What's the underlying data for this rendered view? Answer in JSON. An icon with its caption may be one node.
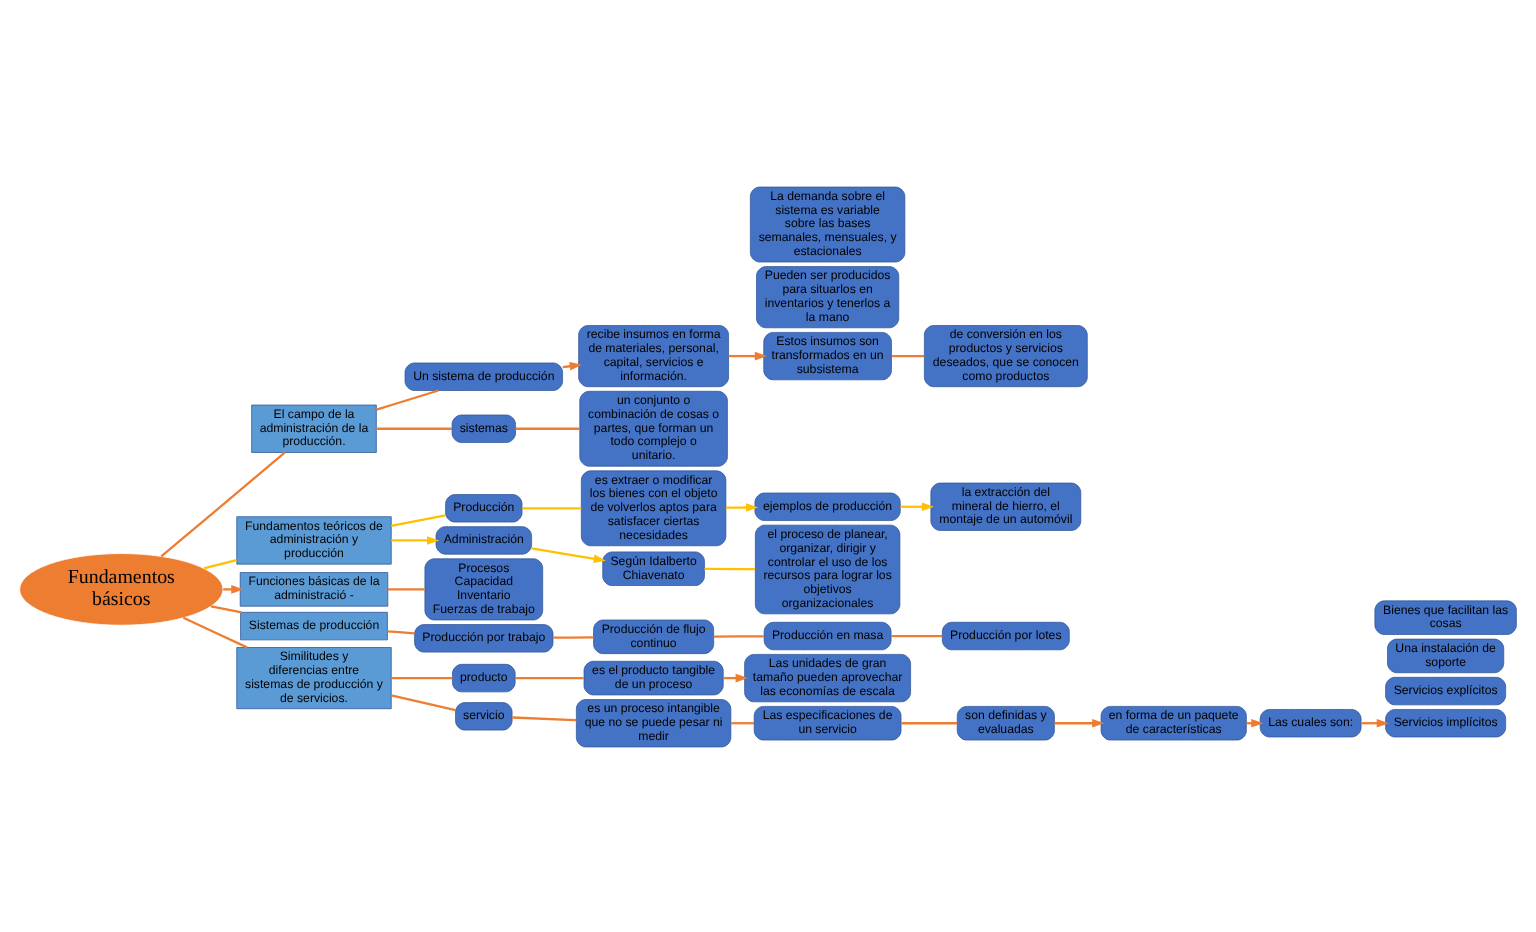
{
  "diagram": {
    "nodes": [
      {
        "text": [
          "Fundamentos básicos"
        ]
      },
      {
        "text": [
          "El campo de la administración de la producción."
        ]
      },
      {
        "text": [
          "Un sistema de producción"
        ]
      },
      {
        "text": [
          "recibe insumos en forma de materiales, personal, capital, servicios e información."
        ]
      },
      {
        "text": [
          "Estos insumos son transformados en un subsistema"
        ]
      },
      {
        "text": [
          "de conversión en los productos y servicios deseados, que se conocen como productos"
        ]
      },
      {
        "text": [
          "sistemas"
        ]
      },
      {
        "text": [
          "un conjunto o combinación de cosas o partes, que forman un todo complejo o unitario."
        ]
      },
      {
        "text": [
          "Fundamentos teóricos de administración y producción"
        ]
      },
      {
        "text": [
          "Producción"
        ]
      },
      {
        "text": [
          "es extraer o modificar los bienes con el objeto de volverlos aptos para satisfacer ciertas necesidades"
        ]
      },
      {
        "text": [
          "ejemplos de producción"
        ]
      },
      {
        "text": [
          "la extracción del mineral de hierro, el montaje de un automóvil"
        ]
      },
      {
        "text": [
          "Administración"
        ]
      },
      {
        "text": [
          "Según Idalberto Chiavenato"
        ]
      },
      {
        "text": [
          "el proceso de planear, organizar, dirigir y controlar el uso de los recursos para lograr los objetivos organizacionales"
        ]
      },
      {
        "text": [
          "Funciones básicas de la administració -"
        ]
      },
      {
        "text": [
          "Procesos",
          "Capacidad",
          "Inventario",
          "Fuerzas de trabajo"
        ]
      },
      {
        "text": [
          "Sistemas de producción"
        ]
      },
      {
        "text": [
          "Producción por trabajo"
        ]
      },
      {
        "text": [
          "Producción de flujo continuo"
        ]
      },
      {
        "text": [
          "Producción en masa"
        ]
      },
      {
        "text": [
          "Producción por lotes"
        ]
      },
      {
        "text": [
          "Similitudes y diferencias entre sistemas de producción y de servicios."
        ]
      },
      {
        "text": [
          "producto"
        ]
      },
      {
        "text": [
          "es el producto tangible de un proceso"
        ]
      },
      {
        "text": [
          "Las unidades de gran tamaño pueden aprovechar las economías de escala"
        ]
      },
      {
        "text": [
          "Pueden ser producidos para situarlos en inventarios y tenerlos a la mano"
        ]
      },
      {
        "text": [
          "La demanda sobre el sistema es variable sobre las bases semanales, mensuales, y estacionales"
        ]
      },
      {
        "text": [
          "servicio"
        ]
      },
      {
        "text": [
          "es un proceso intangible que no se puede pesar ni medir"
        ]
      },
      {
        "text": [
          "Las especificaciones de un servicio"
        ]
      },
      {
        "text": [
          "son definidas y evaluadas"
        ]
      },
      {
        "text": [
          "en forma de un paquete de características"
        ]
      },
      {
        "text": [
          "Las cuales son:"
        ]
      },
      {
        "text": [
          "Servicios implícitos"
        ]
      },
      {
        "text": [
          "Servicios explícitos"
        ]
      },
      {
        "text": [
          "Una instalación de soporte"
        ]
      },
      {
        "text": [
          "Bienes que facilitan las cosas"
        ]
      }
    ],
    "edges": [
      {
        "from": 0,
        "to": 1,
        "arrow": "none"
      },
      {
        "from": 1,
        "to": 2,
        "arrow": "none"
      },
      {
        "from": 2,
        "to": 3,
        "arrow": "to"
      },
      {
        "from": 3,
        "to": 4,
        "arrow": "to"
      },
      {
        "from": 4,
        "to": 5,
        "arrow": "none"
      },
      {
        "from": 1,
        "to": 6,
        "arrow": "none"
      },
      {
        "from": 6,
        "to": 7,
        "arrow": "none"
      },
      {
        "from": 0,
        "to": 8,
        "arrow": "none",
        "color": "#ffc000"
      },
      {
        "from": 8,
        "to": 9,
        "arrow": "none",
        "color": "#ffc000"
      },
      {
        "from": 9,
        "to": 10,
        "arrow": "none",
        "color": "#ffc000"
      },
      {
        "from": 10,
        "to": 11,
        "arrow": "to",
        "color": "#ffc000"
      },
      {
        "from": 11,
        "to": 12,
        "arrow": "to",
        "color": "#ffc000"
      },
      {
        "from": 8,
        "to": 13,
        "arrow": "to",
        "color": "#ffc000"
      },
      {
        "from": 13,
        "to": 14,
        "arrow": "to",
        "color": "#ffc000"
      },
      {
        "from": 14,
        "to": 15,
        "arrow": "none",
        "color": "#ffc000"
      },
      {
        "from": 0,
        "to": 16,
        "arrow": "to"
      },
      {
        "from": 16,
        "to": 17,
        "arrow": "none"
      },
      {
        "from": 0,
        "to": 18,
        "arrow": "none"
      },
      {
        "from": 18,
        "to": 19,
        "arrow": "none"
      },
      {
        "from": 19,
        "to": 20,
        "arrow": "none"
      },
      {
        "from": 20,
        "to": 21,
        "arrow": "none"
      },
      {
        "from": 21,
        "to": 22,
        "arrow": "none"
      },
      {
        "from": 0,
        "to": 23,
        "arrow": "none"
      },
      {
        "from": 23,
        "to": 24,
        "arrow": "none"
      },
      {
        "from": 24,
        "to": 25,
        "arrow": "none"
      },
      {
        "from": 25,
        "to": 26,
        "arrow": "to"
      },
      {
        "from": 23,
        "to": 29,
        "arrow": "none"
      },
      {
        "from": 29,
        "to": 30,
        "arrow": "none"
      },
      {
        "from": 30,
        "to": 31,
        "arrow": "none"
      },
      {
        "from": 31,
        "to": 32,
        "arrow": "none"
      },
      {
        "from": 32,
        "to": 33,
        "arrow": "to"
      },
      {
        "from": 33,
        "to": 34,
        "arrow": "to"
      },
      {
        "from": 34,
        "to": 35,
        "arrow": "to"
      }
    ]
  }
}
